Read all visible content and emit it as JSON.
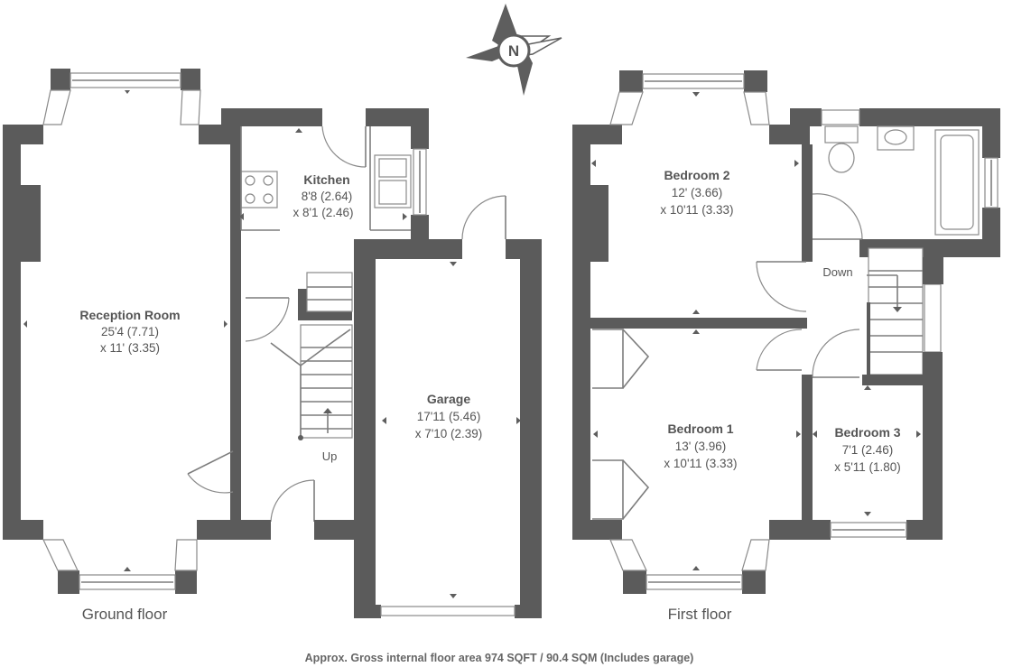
{
  "compass": {
    "letter": "N",
    "icon": "north-compass-icon"
  },
  "ground_floor": {
    "label": "Ground floor",
    "stairs_label": "Up",
    "rooms": [
      {
        "name": "Reception Room",
        "dim1": "25'4 (7.71)",
        "dim2": "x 11' (3.35)"
      },
      {
        "name": "Kitchen",
        "dim1": "8'8 (2.64)",
        "dim2": "x 8'1 (2.46)"
      },
      {
        "name": "Garage",
        "dim1": "17'11 (5.46)",
        "dim2": "x 7'10 (2.39)"
      }
    ]
  },
  "first_floor": {
    "label": "First floor",
    "stairs_label": "Down",
    "rooms": [
      {
        "name": "Bedroom 2",
        "dim1": "12' (3.66)",
        "dim2": "x 10'11 (3.33)"
      },
      {
        "name": "Bedroom 1",
        "dim1": "13' (3.96)",
        "dim2": "x 10'11 (3.33)"
      },
      {
        "name": "Bedroom 3",
        "dim1": "7'1 (2.46)",
        "dim2": "x 5'11 (1.80)"
      }
    ]
  },
  "footer": {
    "area_text": "Approx. Gross internal floor area 974 SQFT / 90.4 SQM (Includes garage)"
  },
  "colors": {
    "wall": "#5b5b5b",
    "text": "#555555",
    "background": "#ffffff"
  }
}
